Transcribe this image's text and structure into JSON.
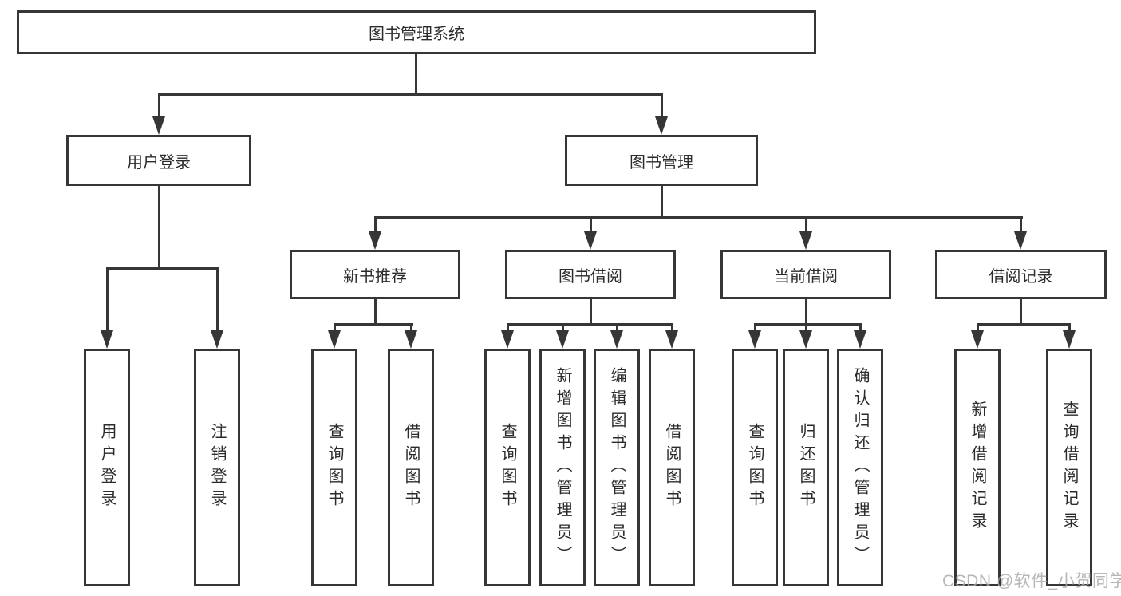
{
  "diagram": {
    "root": {
      "label": "图书管理系统"
    },
    "level2": [
      {
        "label": "用户登录"
      },
      {
        "label": "图书管理"
      }
    ],
    "level3": [
      {
        "label": "新书推荐"
      },
      {
        "label": "图书借阅"
      },
      {
        "label": "当前借阅"
      },
      {
        "label": "借阅记录"
      }
    ],
    "leaves_login": [
      {
        "label": "用户登录"
      },
      {
        "label": "注销登录"
      }
    ],
    "leaves_new_books": [
      {
        "label": "查询图书"
      },
      {
        "label": "借阅图书"
      }
    ],
    "leaves_borrow": [
      {
        "label": "查询图书"
      },
      {
        "label": "新增图书（管理员）"
      },
      {
        "label": "编辑图书（管理员）"
      },
      {
        "label": "借阅图书"
      }
    ],
    "leaves_current": [
      {
        "label": "查询图书"
      },
      {
        "label": "归还图书"
      },
      {
        "label": "确认归还（管理员）"
      }
    ],
    "leaves_records": [
      {
        "label": "新增借阅记录"
      },
      {
        "label": "查询借阅记录"
      }
    ]
  },
  "watermark": {
    "text": "CSDN @软件_小贺同学"
  },
  "colors": {
    "line": "#363636",
    "text": "#2b2b2b",
    "watermark": "#aaaaaa",
    "background": "#ffffff"
  }
}
